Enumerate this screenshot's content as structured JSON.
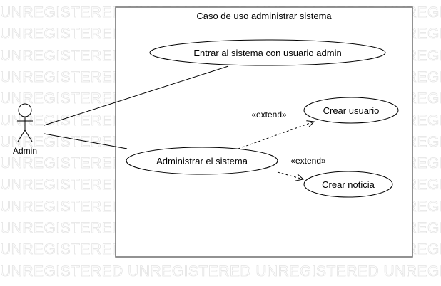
{
  "watermark": {
    "text": "UNREGISTERED",
    "rows": 13
  },
  "system_boundary": {
    "title": "Caso de uso administrar sistema"
  },
  "actor": {
    "name": "Admin"
  },
  "use_cases": {
    "entrar": "Entrar al sistema con usuario admin",
    "administrar": "Administrar el sistema",
    "crear_usuario": "Crear usuario",
    "crear_noticia": "Crear noticia"
  },
  "relationships": {
    "extend_label_1": "«extend»",
    "extend_label_2": "«extend»"
  },
  "colors": {
    "stroke": "#000000",
    "boundary": "#6e6e6e",
    "watermark": "#e4e4e4"
  }
}
